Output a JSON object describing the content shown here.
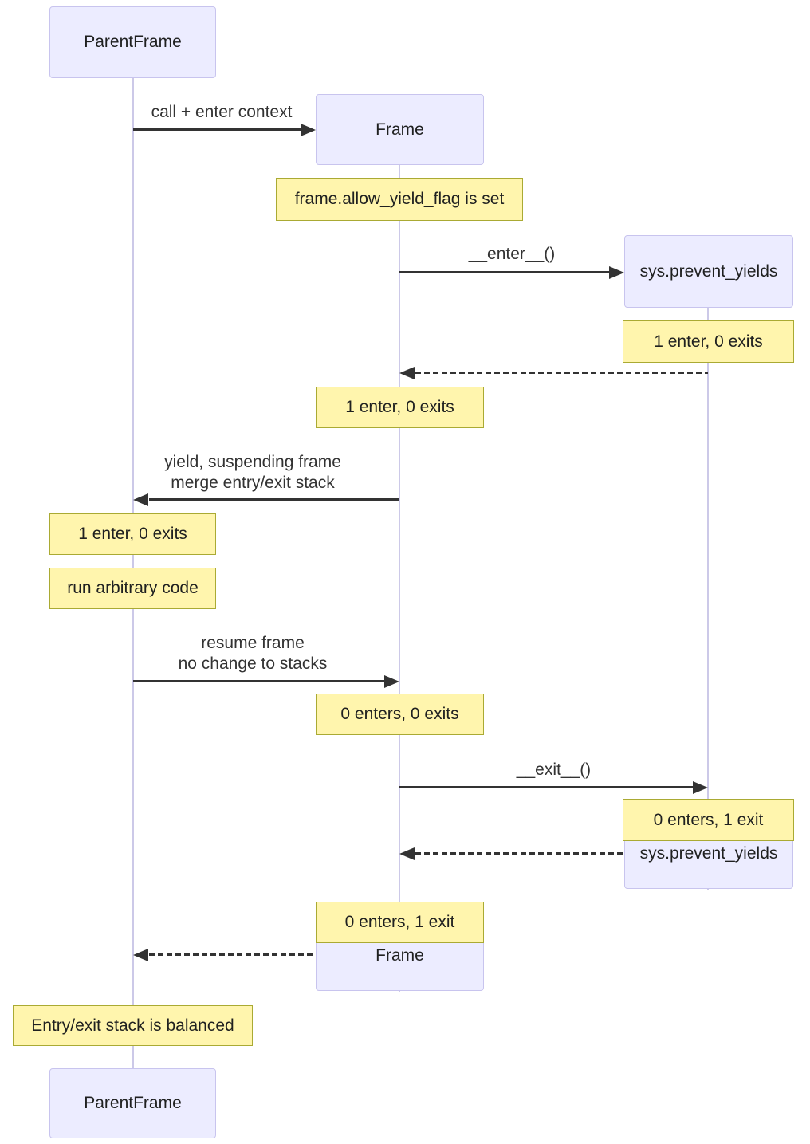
{
  "diagram": {
    "title": "sequence diagram: frame enter/exit stack balancing",
    "colors": {
      "background": "#ffffff",
      "actor_fill": "#ECECFF",
      "actor_border": "#c8c4ee",
      "note_fill": "#fff5ad",
      "note_border": "#aaaa33",
      "message_line": "#333333",
      "lifeline": "#ccc9e8",
      "text": "#1f2020"
    },
    "actors": [
      {
        "id": "parentframe-top",
        "label": "ParentFrame"
      },
      {
        "id": "frame-top",
        "label": "Frame"
      },
      {
        "id": "sys-prevent-yields-top",
        "label": "sys.prevent_yields"
      },
      {
        "id": "sys-prevent-yields-bottom",
        "label": "sys.prevent_yields"
      },
      {
        "id": "frame-bottom",
        "label": "Frame"
      },
      {
        "id": "parentframe-bottom",
        "label": "ParentFrame"
      }
    ],
    "messages": [
      {
        "from": "ParentFrame",
        "to": "Frame",
        "style": "solid",
        "lines": [
          "call + enter context"
        ]
      },
      {
        "from": "Frame",
        "to": "sys.prevent_yields",
        "style": "solid",
        "lines": [
          "__enter__()"
        ]
      },
      {
        "from": "sys.prevent_yields",
        "to": "Frame",
        "style": "dashed",
        "lines": []
      },
      {
        "from": "Frame",
        "to": "ParentFrame",
        "style": "solid",
        "lines": [
          "yield, suspending frame",
          "merge entry/exit stack"
        ]
      },
      {
        "from": "ParentFrame",
        "to": "Frame",
        "style": "solid",
        "lines": [
          "resume frame",
          "no change to stacks"
        ]
      },
      {
        "from": "Frame",
        "to": "sys.prevent_yields",
        "style": "solid",
        "lines": [
          "__exit__()"
        ]
      },
      {
        "from": "sys.prevent_yields",
        "to": "Frame",
        "style": "dashed",
        "lines": []
      },
      {
        "from": "Frame",
        "to": "ParentFrame",
        "style": "dashed",
        "lines": []
      }
    ],
    "notes": [
      {
        "over": "Frame",
        "text": "frame.allow_yield_flag is set"
      },
      {
        "over": "sys.prevent_yields",
        "text": "1 enter, 0 exits"
      },
      {
        "over": "Frame",
        "text": "1 enter, 0 exits"
      },
      {
        "over": "ParentFrame",
        "text": "1 enter, 0 exits"
      },
      {
        "over": "ParentFrame",
        "text": "run arbitrary code"
      },
      {
        "over": "Frame",
        "text": "0 enters, 0 exits"
      },
      {
        "over": "sys.prevent_yields",
        "text": "0 enters, 1 exit"
      },
      {
        "over": "Frame",
        "text": "0 enters, 1 exit"
      },
      {
        "over": "ParentFrame",
        "text": "Entry/exit stack is balanced"
      }
    ]
  }
}
